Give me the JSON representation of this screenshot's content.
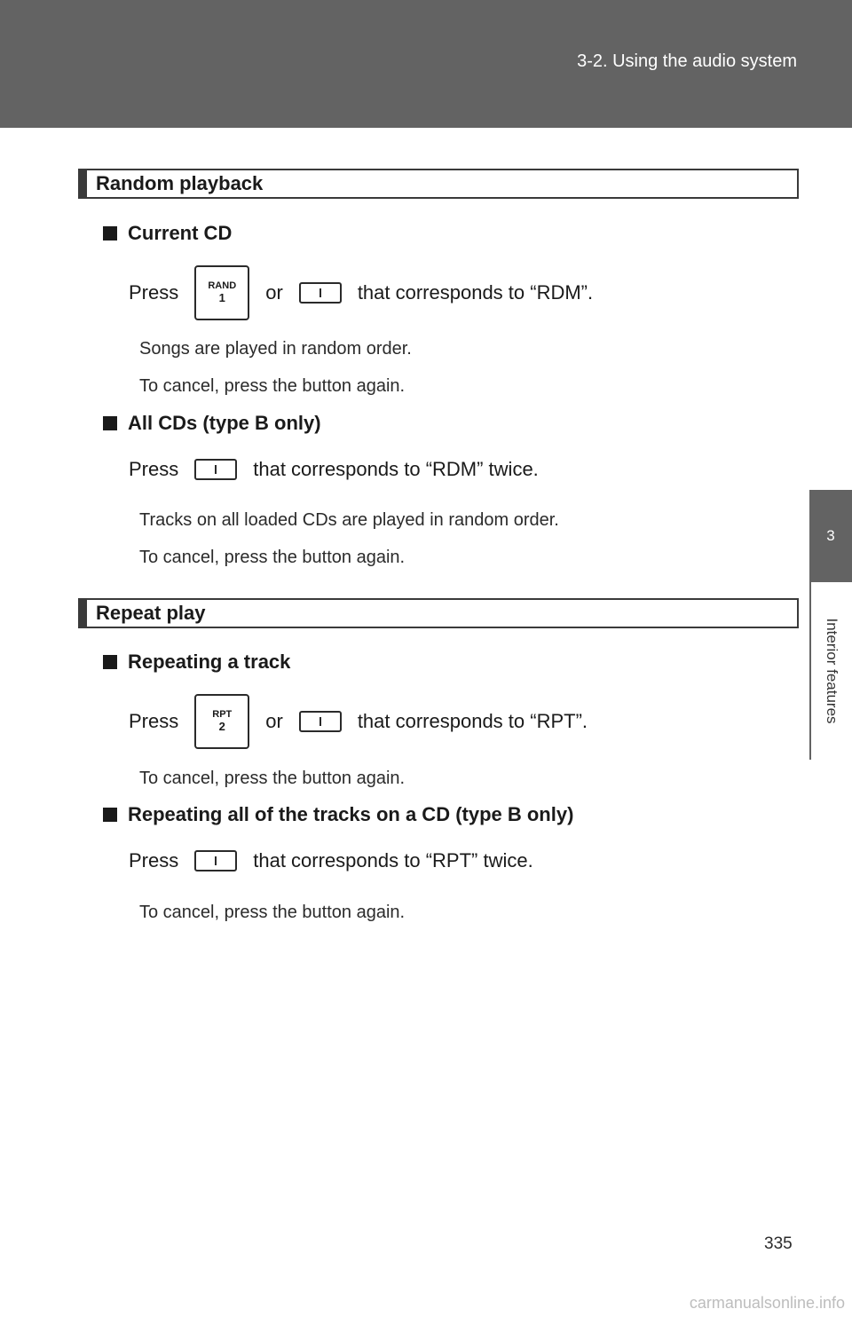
{
  "header": {
    "title": "3-2. Using the audio system"
  },
  "side_tab": {
    "chapter_number": "3",
    "chapter_label": "Interior features"
  },
  "random": {
    "heading": "Random playback",
    "current_cd": {
      "title": "Current CD",
      "press": "Press",
      "button_cap": "RAND",
      "button_num": "1",
      "or": "or",
      "suffix": "that corresponds to “RDM”.",
      "note1": "Songs are played in random order.",
      "note2": "To cancel, press the button again."
    },
    "all_cds": {
      "title": "All CDs (type B only)",
      "press": "Press",
      "suffix": "that corresponds to “RDM” twice.",
      "note1": "Tracks on all loaded CDs are played in random order.",
      "note2": "To cancel, press the button again."
    }
  },
  "repeat": {
    "heading": "Repeat play",
    "track": {
      "title": "Repeating a track",
      "press": "Press",
      "button_cap": "RPT",
      "button_num": "2",
      "or": "or",
      "suffix": "that corresponds to “RPT”.",
      "note1": "To cancel, press the button again."
    },
    "all_tracks": {
      "title": "Repeating all of the tracks on a CD (type B only)",
      "press": "Press",
      "suffix": "that corresponds to “RPT” twice.",
      "note1": "To cancel, press the button again."
    }
  },
  "page_number": "335",
  "watermark": "carmanualsonline.info"
}
